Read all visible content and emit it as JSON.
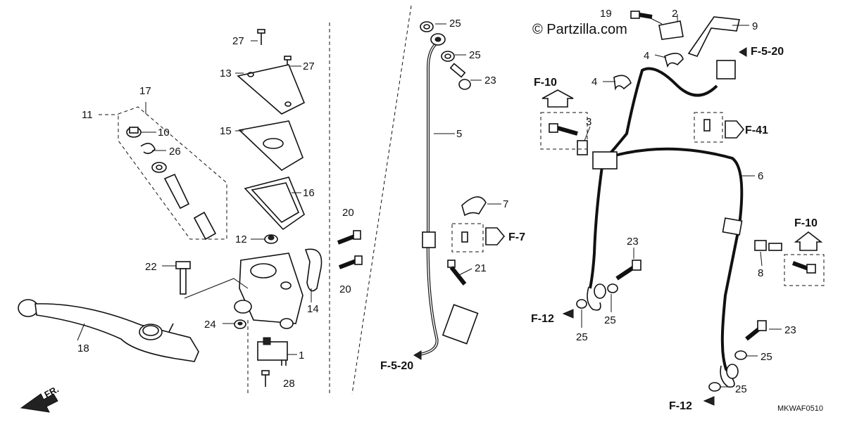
{
  "watermark": "© Partzilla.com",
  "diagram_code": "MKWAF0510",
  "direction_label": "FR.",
  "callouts": [
    {
      "id": "c1",
      "text": "1"
    },
    {
      "id": "c2",
      "text": "2"
    },
    {
      "id": "c3",
      "text": "3"
    },
    {
      "id": "c4a",
      "text": "4"
    },
    {
      "id": "c4b",
      "text": "4"
    },
    {
      "id": "c5",
      "text": "5"
    },
    {
      "id": "c6",
      "text": "6"
    },
    {
      "id": "c7",
      "text": "7"
    },
    {
      "id": "c8",
      "text": "8"
    },
    {
      "id": "c9",
      "text": "9"
    },
    {
      "id": "c10",
      "text": "10"
    },
    {
      "id": "c11",
      "text": "11"
    },
    {
      "id": "c12",
      "text": "12"
    },
    {
      "id": "c13",
      "text": "13"
    },
    {
      "id": "c14",
      "text": "14"
    },
    {
      "id": "c15",
      "text": "15"
    },
    {
      "id": "c16",
      "text": "16"
    },
    {
      "id": "c17",
      "text": "17"
    },
    {
      "id": "c18",
      "text": "18"
    },
    {
      "id": "c19",
      "text": "19"
    },
    {
      "id": "c20a",
      "text": "20"
    },
    {
      "id": "c20b",
      "text": "20"
    },
    {
      "id": "c21",
      "text": "21"
    },
    {
      "id": "c22",
      "text": "22"
    },
    {
      "id": "c23a",
      "text": "23"
    },
    {
      "id": "c23b",
      "text": "23"
    },
    {
      "id": "c23c",
      "text": "23"
    },
    {
      "id": "c24",
      "text": "24"
    },
    {
      "id": "c25a",
      "text": "25"
    },
    {
      "id": "c25b",
      "text": "25"
    },
    {
      "id": "c25c",
      "text": "25"
    },
    {
      "id": "c25d",
      "text": "25"
    },
    {
      "id": "c25e",
      "text": "25"
    },
    {
      "id": "c25f",
      "text": "25"
    },
    {
      "id": "c26",
      "text": "26"
    },
    {
      "id": "c27a",
      "text": "27"
    },
    {
      "id": "c27b",
      "text": "27"
    },
    {
      "id": "c28",
      "text": "28"
    }
  ],
  "references": [
    {
      "id": "rF10a",
      "text": "F-10"
    },
    {
      "id": "rF10b",
      "text": "F-10"
    },
    {
      "id": "rF520a",
      "text": "F-5-20"
    },
    {
      "id": "rF520b",
      "text": "F-5-20"
    },
    {
      "id": "rF41",
      "text": "F-41"
    },
    {
      "id": "rF7",
      "text": "F-7"
    },
    {
      "id": "rF12a",
      "text": "F-12"
    },
    {
      "id": "rF12b",
      "text": "F-12"
    }
  ]
}
